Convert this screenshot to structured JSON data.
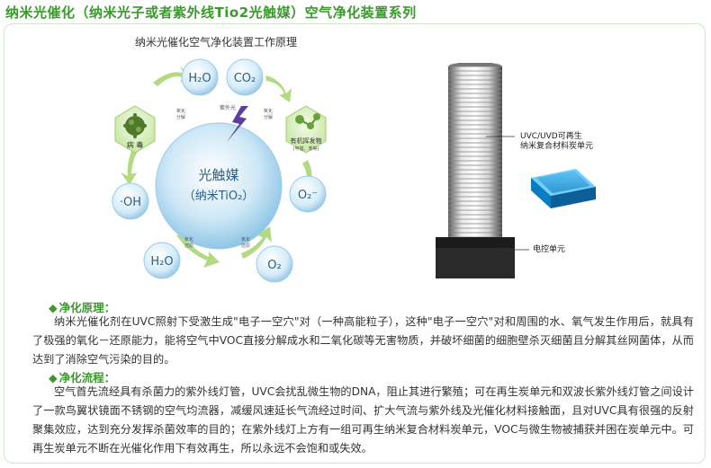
{
  "page": {
    "title": "纳米光催化（纳米光子或者紫外线Tio2光触媒）空气净化装置系列"
  },
  "diagram": {
    "title": "纳米光催化空气净化装置工作原理",
    "center_line1": "光触媒",
    "center_line2": "（纳米TiO₂）",
    "nodes": {
      "h2o_top": "H₂O",
      "co2": "CO₂",
      "virus": "病 毒",
      "organic": "有机挥发物",
      "organic_sub": "(甲醛、苯等)",
      "oh": "·OH",
      "o2_minus": "O₂⁻",
      "h2o_bottom": "H₂O",
      "o2": "O₂"
    },
    "arrow_labels": {
      "left_top_1": "氧化",
      "left_top_2": "分解",
      "uv": "紫外光",
      "right_top_1": "氧化",
      "right_top_2": "分解",
      "bottom_left_1": "氧化",
      "bottom_left_2": "还原",
      "bottom_right_1": "氧化",
      "bottom_right_2": "还原"
    }
  },
  "device": {
    "callout_uv_line1": "UVC/UVD可再生",
    "callout_uv_line2": "纳米复合材料炭单元",
    "callout_control": "电控单元"
  },
  "principle": {
    "heading": "净化原理：",
    "text": "纳米光催化剂在UVC照射下受激生成\"电子一空穴\"对（一种高能粒子），这种\"电子一空穴\"对和周围的水、氧气发生作用后，就具有了极强的氧化－还原能力，能将空气中VOC直接分解成水和二氧化碳等无害物质，并破坏细菌的细胞壁杀灭细菌且分解其丝网菌体，从而达到了消除空气污染的目的。"
  },
  "process": {
    "heading": "净化流程：",
    "text": "空气首先流经具有杀菌力的紫外线灯管，UVC会扰乱微生物的DNA，阻止其进行繁殖；可在再生炭单元和双波长紫外线灯管之间设计了一款鸟翼状镜面不锈钢的空气均流器，减缓风速延长气流经过时间、扩大气流与紫外线及光催化材料接触面，且对UVC具有很强的反射聚集效应，达到充分发挥杀菌效率的目的；在紫外线灯上方有一组可再生纳米复合材料炭单元，VOC与微生物被捕获并困在炭单元中。可再生炭单元不断在光催化作用下有效再生，所以永远不会饱和或失效。"
  },
  "colors": {
    "green": "#3a9a2c",
    "bubble_blue": "#bfe0f2",
    "bubble_edge": "#7fbfe0",
    "arrow_green": "#8cc63f"
  }
}
